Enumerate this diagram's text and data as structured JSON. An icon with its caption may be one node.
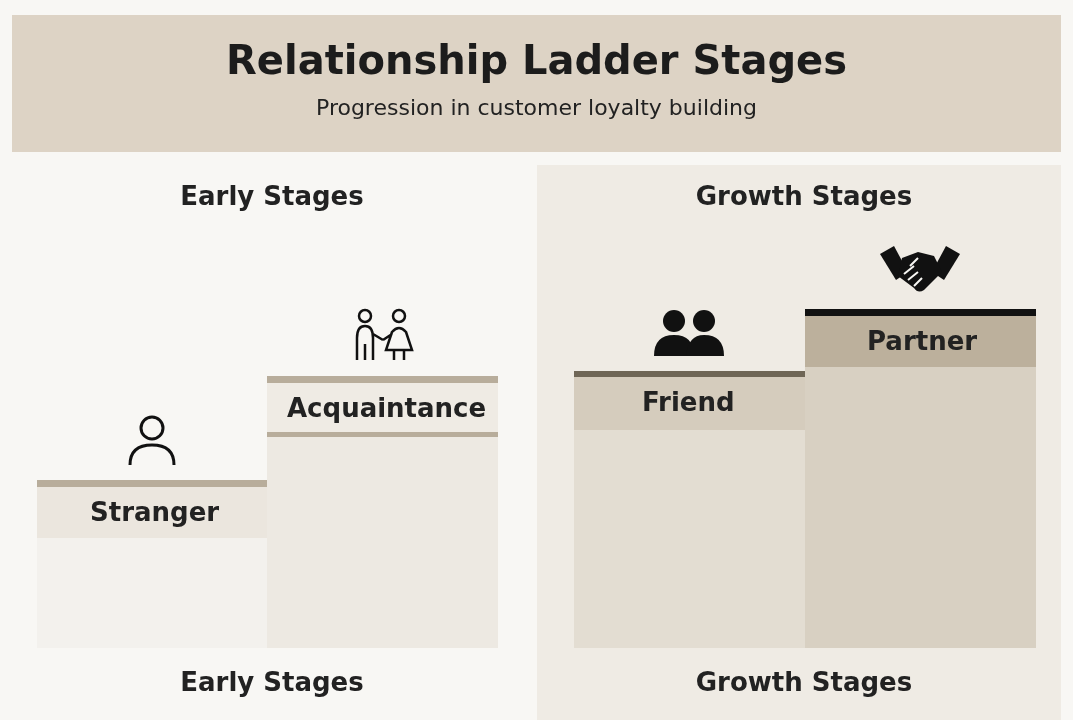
{
  "diagram": {
    "title": "Relationship Ladder Stages",
    "nodes": [
      {
        "text": [
          "Early Stages",
          "Early Stages"
        ]
      },
      {
        "text": [
          "Stranger"
        ],
        "in": 0
      },
      {
        "text": [
          "Acquaintance"
        ],
        "in": 0
      },
      {
        "text": [
          "Growth Stages",
          "Growth Stages"
        ]
      },
      {
        "text": [
          "Friend"
        ],
        "in": 3
      },
      {
        "text": [
          "Partner"
        ],
        "in": 3
      }
    ],
    "edges": [],
    "labels": [
      "Progression in customer loyalty building"
    ]
  }
}
